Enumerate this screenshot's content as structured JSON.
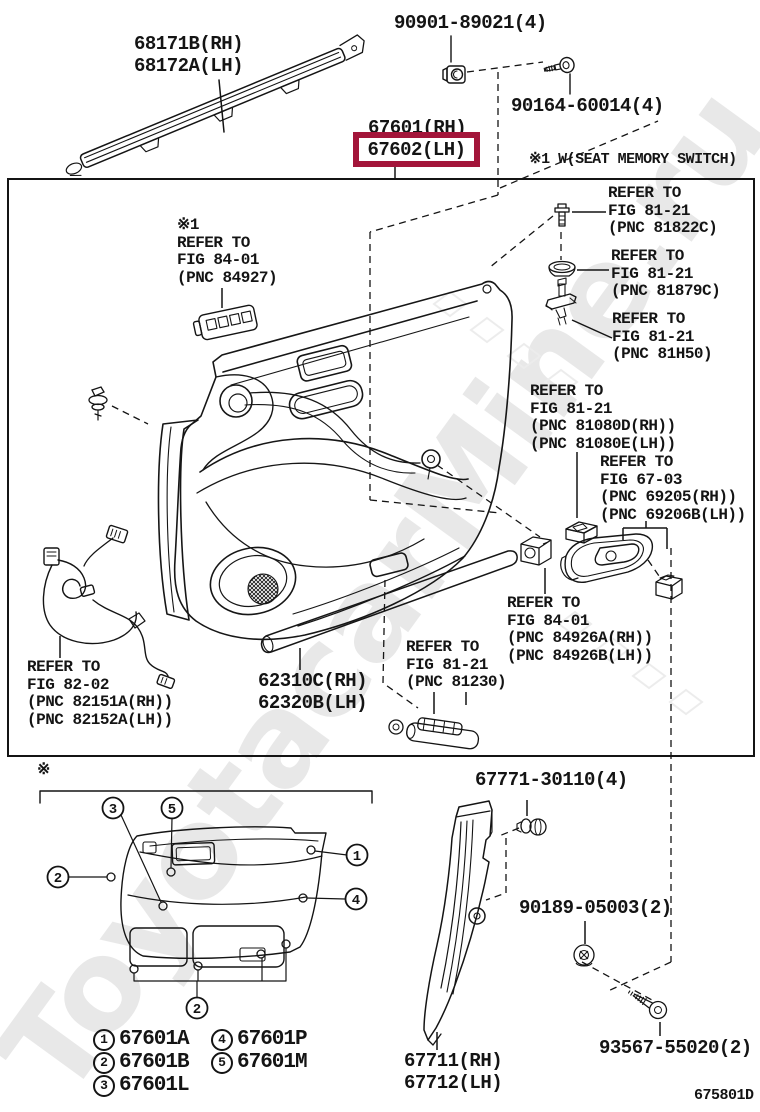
{
  "doc_code": "675801D",
  "watermark": "ToyotacarMine.ru",
  "colors": {
    "highlight": "#a3153a",
    "line": "#141414"
  },
  "parts": {
    "belt_moulding_outer": "68171B(RH)\n68172A(LH)",
    "clip_nut": "90901-89021(4)",
    "screw_top": "90164-60014(4)",
    "door_trim_rh": "67601(RH)",
    "door_trim_lh": "67602(LH)",
    "seat_memory_note": "※1 W(SEAT MEMORY SWITCH)",
    "belt_moulding_inner": "62310C(RH)\n62320B(LH)",
    "clip_lower": "67771-30110(4)",
    "grommet_screw": "90189-05003(2)",
    "tapping_screw": "93567-55020(2)",
    "cowl_side_trim": "67711(RH)\n67712(LH)"
  },
  "refers": {
    "fig8401_switch": "※1\nREFER TO\nFIG 84-01\n(PNC 84927)",
    "fig8121_a": "REFER TO\nFIG 81-21\n(PNC 81822C)",
    "fig8121_b": "REFER TO\nFIG 81-21\n(PNC 81879C)",
    "fig8121_c": "REFER TO\nFIG 81-21\n(PNC 81H50)",
    "fig8121_d": "REFER TO\nFIG 81-21\n(PNC 81080D(RH))\n(PNC 81080E(LH))",
    "fig6703": "REFER TO\nFIG 67-03\n(PNC 69205(RH))\n(PNC 69206B(LH))",
    "fig8401_handle": "REFER TO\nFIG 84-01\n(PNC 84926A(RH))\n(PNC 84926B(LH))",
    "fig8121_e": "REFER TO\nFIG 81-21\n(PNC 81230)",
    "fig8202": "REFER TO\nFIG 82-02\n(PNC 82151A(RH))\n(PNC 82152A(LH))"
  },
  "mini": {
    "note": "※",
    "callouts": [
      "3",
      "5",
      "2",
      "1",
      "4",
      "2"
    ],
    "asterisk_main": "※"
  },
  "legend": [
    {
      "num": "1",
      "code": "67601A"
    },
    {
      "num": "2",
      "code": "67601B"
    },
    {
      "num": "3",
      "code": "67601L"
    },
    {
      "num": "4",
      "code": "67601P"
    },
    {
      "num": "5",
      "code": "67601M"
    }
  ]
}
